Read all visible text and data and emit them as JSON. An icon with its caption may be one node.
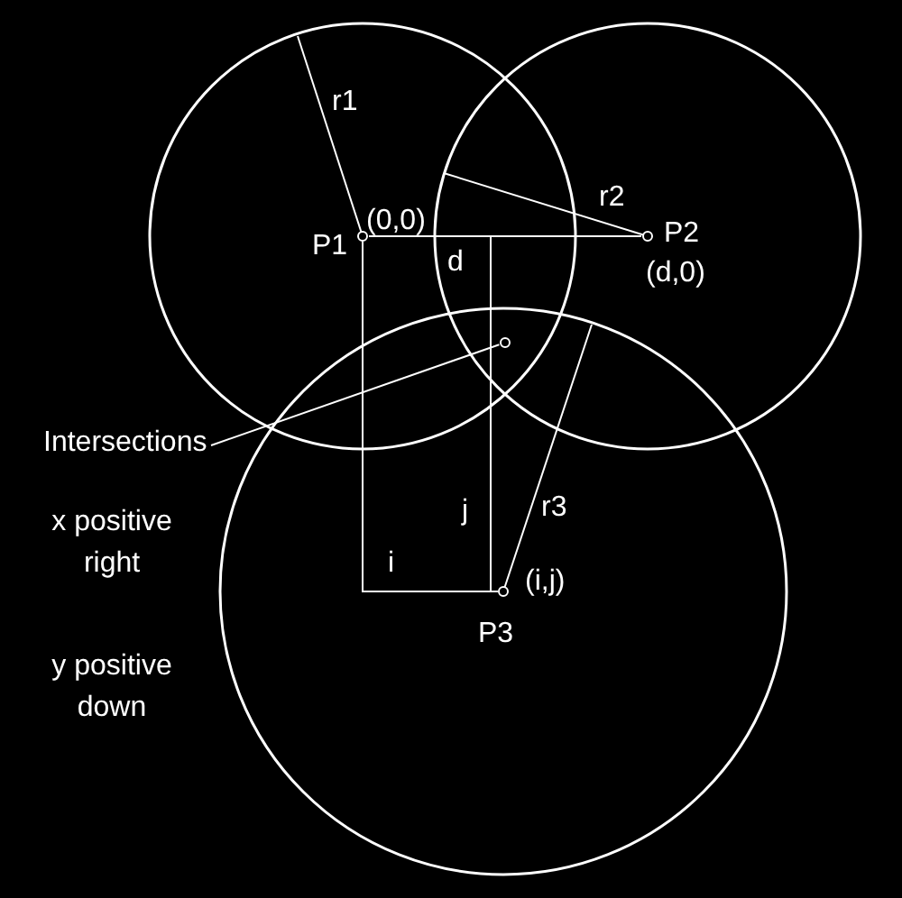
{
  "diagram": {
    "nodes": [
      {
        "text": [],
        "shape": "circle",
        "beside": [
          "P1",
          "(0,0)"
        ]
      },
      {
        "text": [],
        "shape": "circle",
        "beside": [
          "P2",
          "(d,0)"
        ]
      },
      {
        "text": [],
        "shape": "circle"
      },
      {
        "text": [
          "Intersections"
        ]
      },
      {
        "text": [],
        "shape": "circle",
        "beside": [
          "(i,j)",
          "P3"
        ]
      }
    ],
    "edges": [
      {
        "from": 0,
        "to": 1,
        "arrow": "none",
        "label": "d"
      },
      {
        "from": 3,
        "to": 2,
        "arrow": "none"
      }
    ],
    "labels": [
      "r1",
      "r2",
      "j",
      "r3",
      "x positive right",
      "i",
      "y positive down"
    ]
  }
}
